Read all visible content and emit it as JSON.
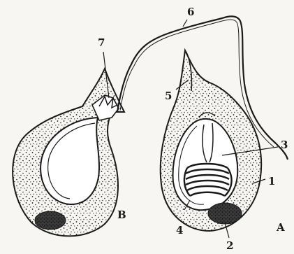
{
  "figure": {
    "labels": {
      "n1": "1",
      "n2": "2",
      "n3": "3",
      "n4": "4",
      "n5": "5",
      "n6": "6",
      "n7": "7",
      "cellA": "A",
      "cellB": "B"
    },
    "colors": {
      "ink": "#1a1a1a",
      "background": "#f7f6f3",
      "cell_fill": "#efeeea",
      "cavity_fill": "#ffffff"
    }
  }
}
